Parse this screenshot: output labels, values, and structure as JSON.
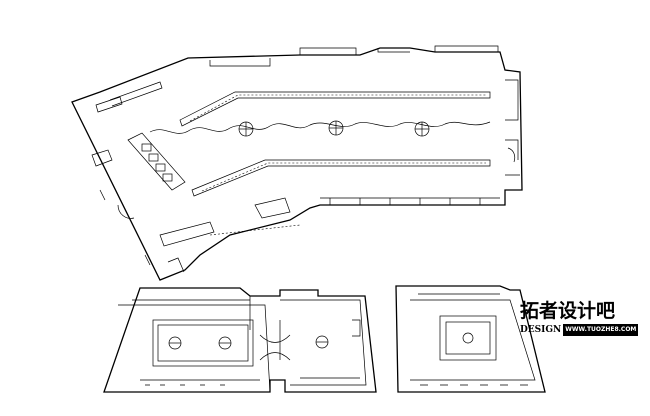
{
  "watermark": {
    "main": "拓者设计吧",
    "design": "DESIGN",
    "url": "WWW.TUOZHE8.COM"
  }
}
